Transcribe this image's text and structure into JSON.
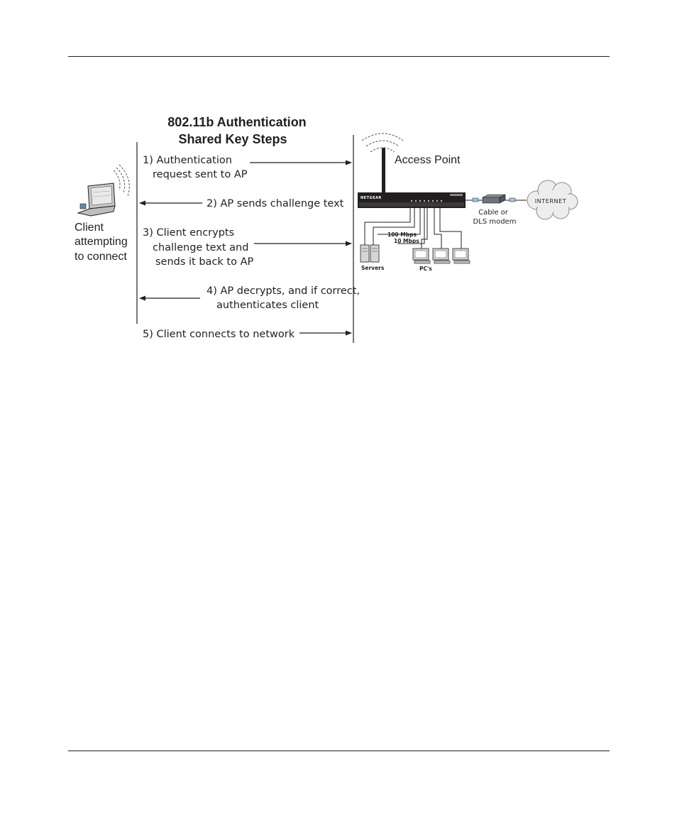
{
  "diagram": {
    "title_line1": "802.11b Authentication",
    "title_line2": "Shared Key Steps",
    "client_label": [
      "Client",
      "attempting",
      "to connect"
    ],
    "access_point_label": "Access Point",
    "steps": [
      {
        "lines": [
          "1) Authentication",
          "request sent to AP"
        ],
        "direction": "to-ap"
      },
      {
        "lines": [
          "2) AP sends challenge text"
        ],
        "direction": "to-client"
      },
      {
        "lines": [
          "3) Client encrypts",
          "challenge text and",
          "sends it back to AP"
        ],
        "direction": "to-ap"
      },
      {
        "lines": [
          "4) AP decrypts, and if correct,",
          "authenticates client"
        ],
        "direction": "to-client"
      },
      {
        "lines": [
          "5) Client connects to network"
        ],
        "direction": "to-ap"
      }
    ],
    "network": {
      "modem_label": [
        "Cable or",
        "DLS modem"
      ],
      "internet_label": "INTERNET",
      "speed_labels": [
        "100 Mbps",
        "10 Mbps"
      ],
      "servers_label": "Servers",
      "pcs_label": "PC's",
      "router_brand": "NETGEAR"
    }
  }
}
